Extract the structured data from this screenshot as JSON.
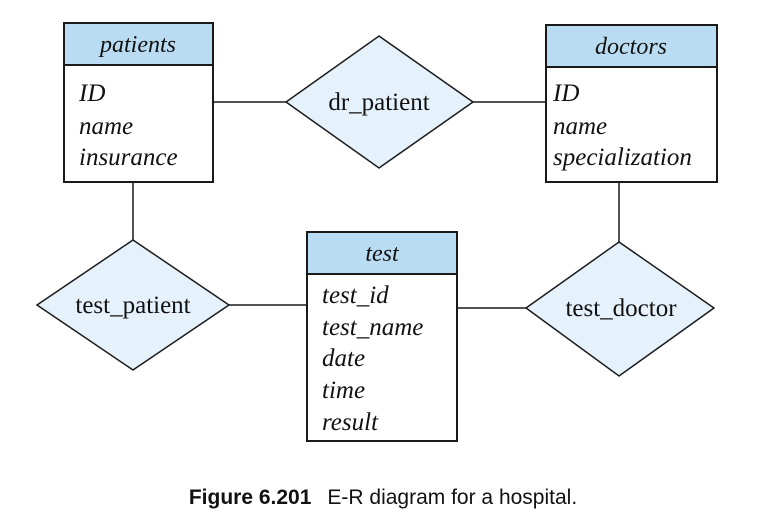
{
  "entities": {
    "patients": {
      "name": "patients",
      "attributes": [
        "ID",
        "name",
        "insurance"
      ]
    },
    "doctors": {
      "name": "doctors",
      "attributes": [
        "ID",
        "name",
        "specialization"
      ]
    },
    "test": {
      "name": "test",
      "attributes": [
        "test_id",
        "test_name",
        "date",
        "time",
        "result"
      ]
    }
  },
  "relationships": {
    "dr_patient": "dr_patient",
    "test_patient": "test_patient",
    "test_doctor": "test_doctor"
  },
  "caption": {
    "label": "Figure 6.201",
    "text": "E-R diagram for a hospital."
  }
}
